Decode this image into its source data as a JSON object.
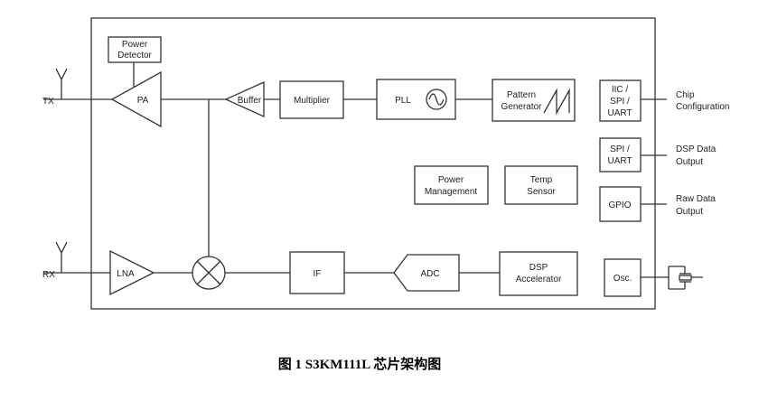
{
  "blocks": {
    "power_detector": [
      "Power",
      "Detector"
    ],
    "pa": "PA",
    "buffer": "Buffer",
    "multiplier": "Multiplier",
    "pll": "PLL",
    "pattern_generator": [
      "Pattern",
      "Generator"
    ],
    "iic_spi_uart": [
      "IIC /",
      "SPI /",
      "UART"
    ],
    "spi_uart": [
      "SPI /",
      "UART"
    ],
    "power_management": [
      "Power",
      "Management"
    ],
    "temp_sensor": [
      "Temp",
      "Sensor"
    ],
    "gpio": "GPIO",
    "lna": "LNA",
    "if": "IF",
    "adc": "ADC",
    "dsp_accelerator": [
      "DSP",
      "Accelerator"
    ],
    "osc": "Osc."
  },
  "ports": {
    "tx": "TX",
    "rx": "RX"
  },
  "outputs": {
    "chip_configuration": [
      "Chip",
      "Configuration"
    ],
    "dsp_data_output": [
      "DSP Data",
      "Output"
    ],
    "raw_data_output": [
      "Raw Data",
      "Output"
    ]
  },
  "caption": "图 1 S3KM111L 芯片架构图"
}
